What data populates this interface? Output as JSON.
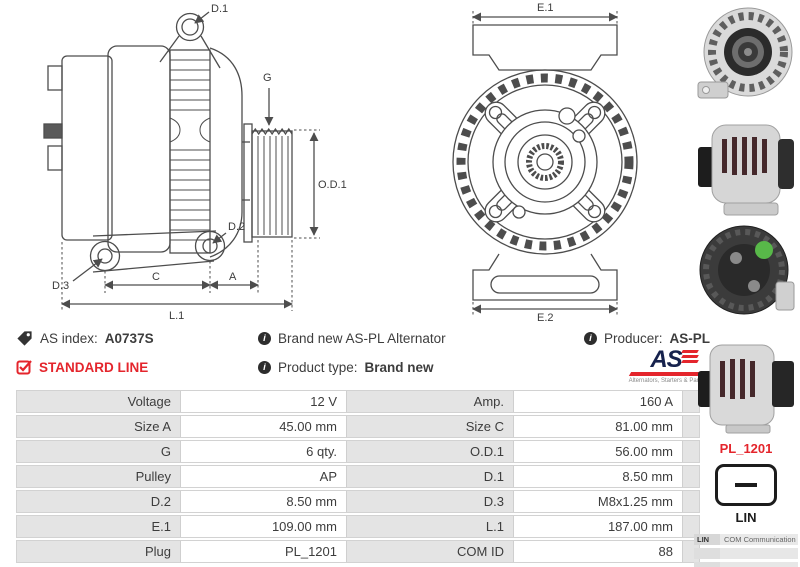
{
  "accent": {
    "red": "#e4252c",
    "line": "#4d4d4d"
  },
  "diagram_side": {
    "labels": {
      "d1": "D.1",
      "g": "G",
      "od1": "O.D.1",
      "d2": "D.2",
      "d3": "D.3",
      "c": "C",
      "a": "A",
      "l1": "L.1"
    }
  },
  "diagram_front": {
    "labels": {
      "e1": "E.1",
      "e2": "E.2"
    }
  },
  "info": {
    "as_index_label": "AS index:",
    "as_index_value": "A0737S",
    "standard_line": "STANDARD LINE",
    "brand_new_text": "Brand new AS-PL Alternator",
    "product_type_label": "Product type:",
    "product_type_value": "Brand new",
    "producer_label": "Producer:",
    "producer_value": "AS-PL",
    "logo_text": "AS",
    "logo_subtext": "Alternators, Starters & Parts"
  },
  "table": {
    "rows": [
      {
        "l1": "Voltage",
        "v1": "12 V",
        "l2": "Amp.",
        "v2": "160 A"
      },
      {
        "l1": "Size A",
        "v1": "45.00 mm",
        "l2": "Size C",
        "v2": "81.00 mm"
      },
      {
        "l1": "G",
        "v1": "6 qty.",
        "l2": "O.D.1",
        "v2": "56.00 mm"
      },
      {
        "l1": "Pulley",
        "v1": "AP",
        "l2": "D.1",
        "v2": "8.50 mm"
      },
      {
        "l1": "D.2",
        "v1": "8.50 mm",
        "l2": "D.3",
        "v2": "M8x1.25 mm"
      },
      {
        "l1": "E.1",
        "v1": "109.00 mm",
        "l2": "L.1",
        "v2": "187.00 mm"
      },
      {
        "l1": "Plug",
        "v1": "PL_1201",
        "l2": "COM ID",
        "v2": "88"
      }
    ]
  },
  "sidebar": {
    "plug_code": "PL_1201",
    "plug_type": "LIN",
    "com_row": {
      "key": "LIN",
      "value": "COM Communication"
    }
  }
}
